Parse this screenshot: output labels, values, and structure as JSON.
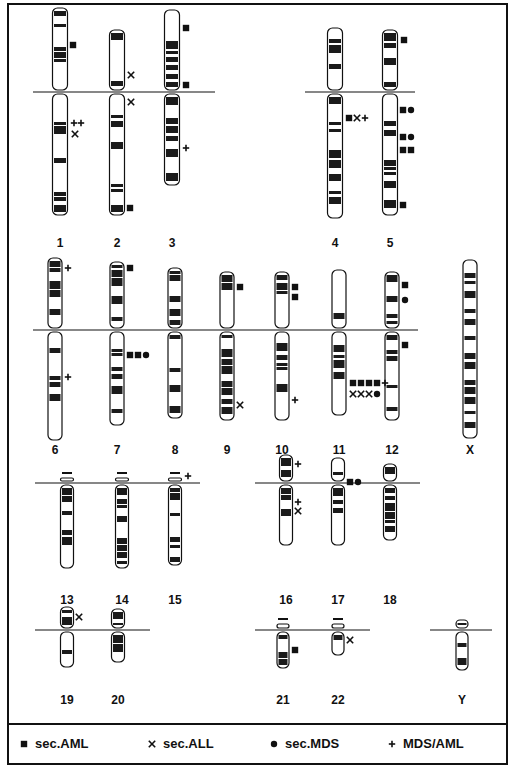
{
  "diagram": {
    "labels": [
      "1",
      "2",
      "3",
      "4",
      "5",
      "6",
      "7",
      "8",
      "9",
      "10",
      "11",
      "12",
      "13",
      "14",
      "15",
      "16",
      "17",
      "18",
      "19",
      "20",
      "21",
      "22",
      "X",
      "Y"
    ],
    "legend": [
      {
        "text": "sec.AML"
      },
      {
        "text": "sec.ALL"
      },
      {
        "text": "sec.MDS"
      },
      {
        "text": "MDS/AML"
      }
    ]
  }
}
